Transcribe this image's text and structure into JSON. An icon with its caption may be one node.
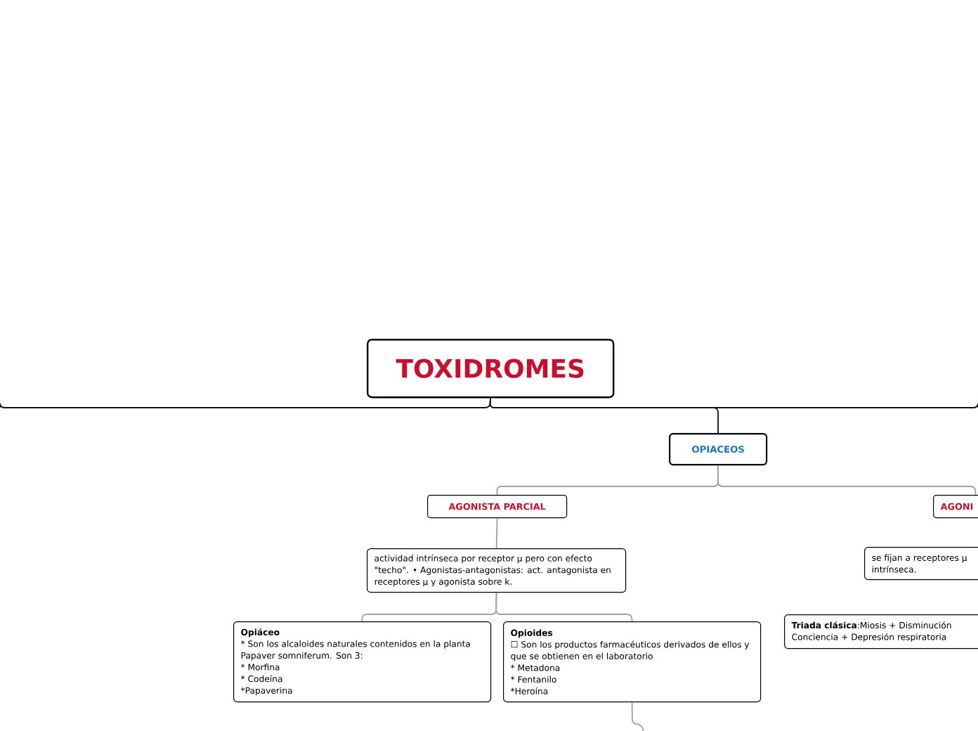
{
  "diagram": {
    "nodes": [
      {
        "text": [
          "TOXIDROMES"
        ]
      },
      {
        "text": [
          "OPIACEOS"
        ]
      },
      {
        "text": [
          "AGONISTA PARCIAL"
        ]
      },
      {
        "text": [
          "AGONI"
        ]
      },
      {
        "text": [
          "actividad intrínseca por receptor μ pero con efecto \"techo\". • Agonistas-antagonistas: act. antagonista en receptores μ y agonista sobre k."
        ]
      },
      {
        "text": [
          "Opiáceo",
          "* Son los alcaloides naturales contenidos en la planta Papaver somniferum. Son 3:",
          "* Morfina",
          "* Codeína",
          "*Papaverina"
        ]
      },
      {
        "text": [
          "Opioides",
          "☐ Son los productos farmacéuticos derivados de ellos y que se obtienen en el laboratorio",
          "* Metadona",
          "* Fentanilo",
          "*Heroína"
        ]
      },
      {
        "text": [
          "se fijan a receptores μ intrínseca."
        ]
      },
      {
        "text": [
          "**Triada clásica**:Miosis + Disminución Conciencia + Depresión respiratoria"
        ]
      }
    ],
    "edges": [
      {
        "from": 0,
        "to": 1,
        "arrow": "none",
        "color": "#111111"
      },
      {
        "from": 0,
        "to": null,
        "arrow": "none",
        "color": "#111111"
      },
      {
        "from": 0,
        "to": null,
        "arrow": "none",
        "color": "#111111"
      },
      {
        "from": 1,
        "to": 2,
        "arrow": "none"
      },
      {
        "from": 1,
        "to": 3,
        "arrow": "none"
      },
      {
        "from": 2,
        "to": 4,
        "arrow": "none"
      },
      {
        "from": 4,
        "to": 5,
        "arrow": "none"
      },
      {
        "from": 4,
        "to": 6,
        "arrow": "none"
      },
      {
        "from": 6,
        "to": null,
        "arrow": "none"
      }
    ]
  }
}
